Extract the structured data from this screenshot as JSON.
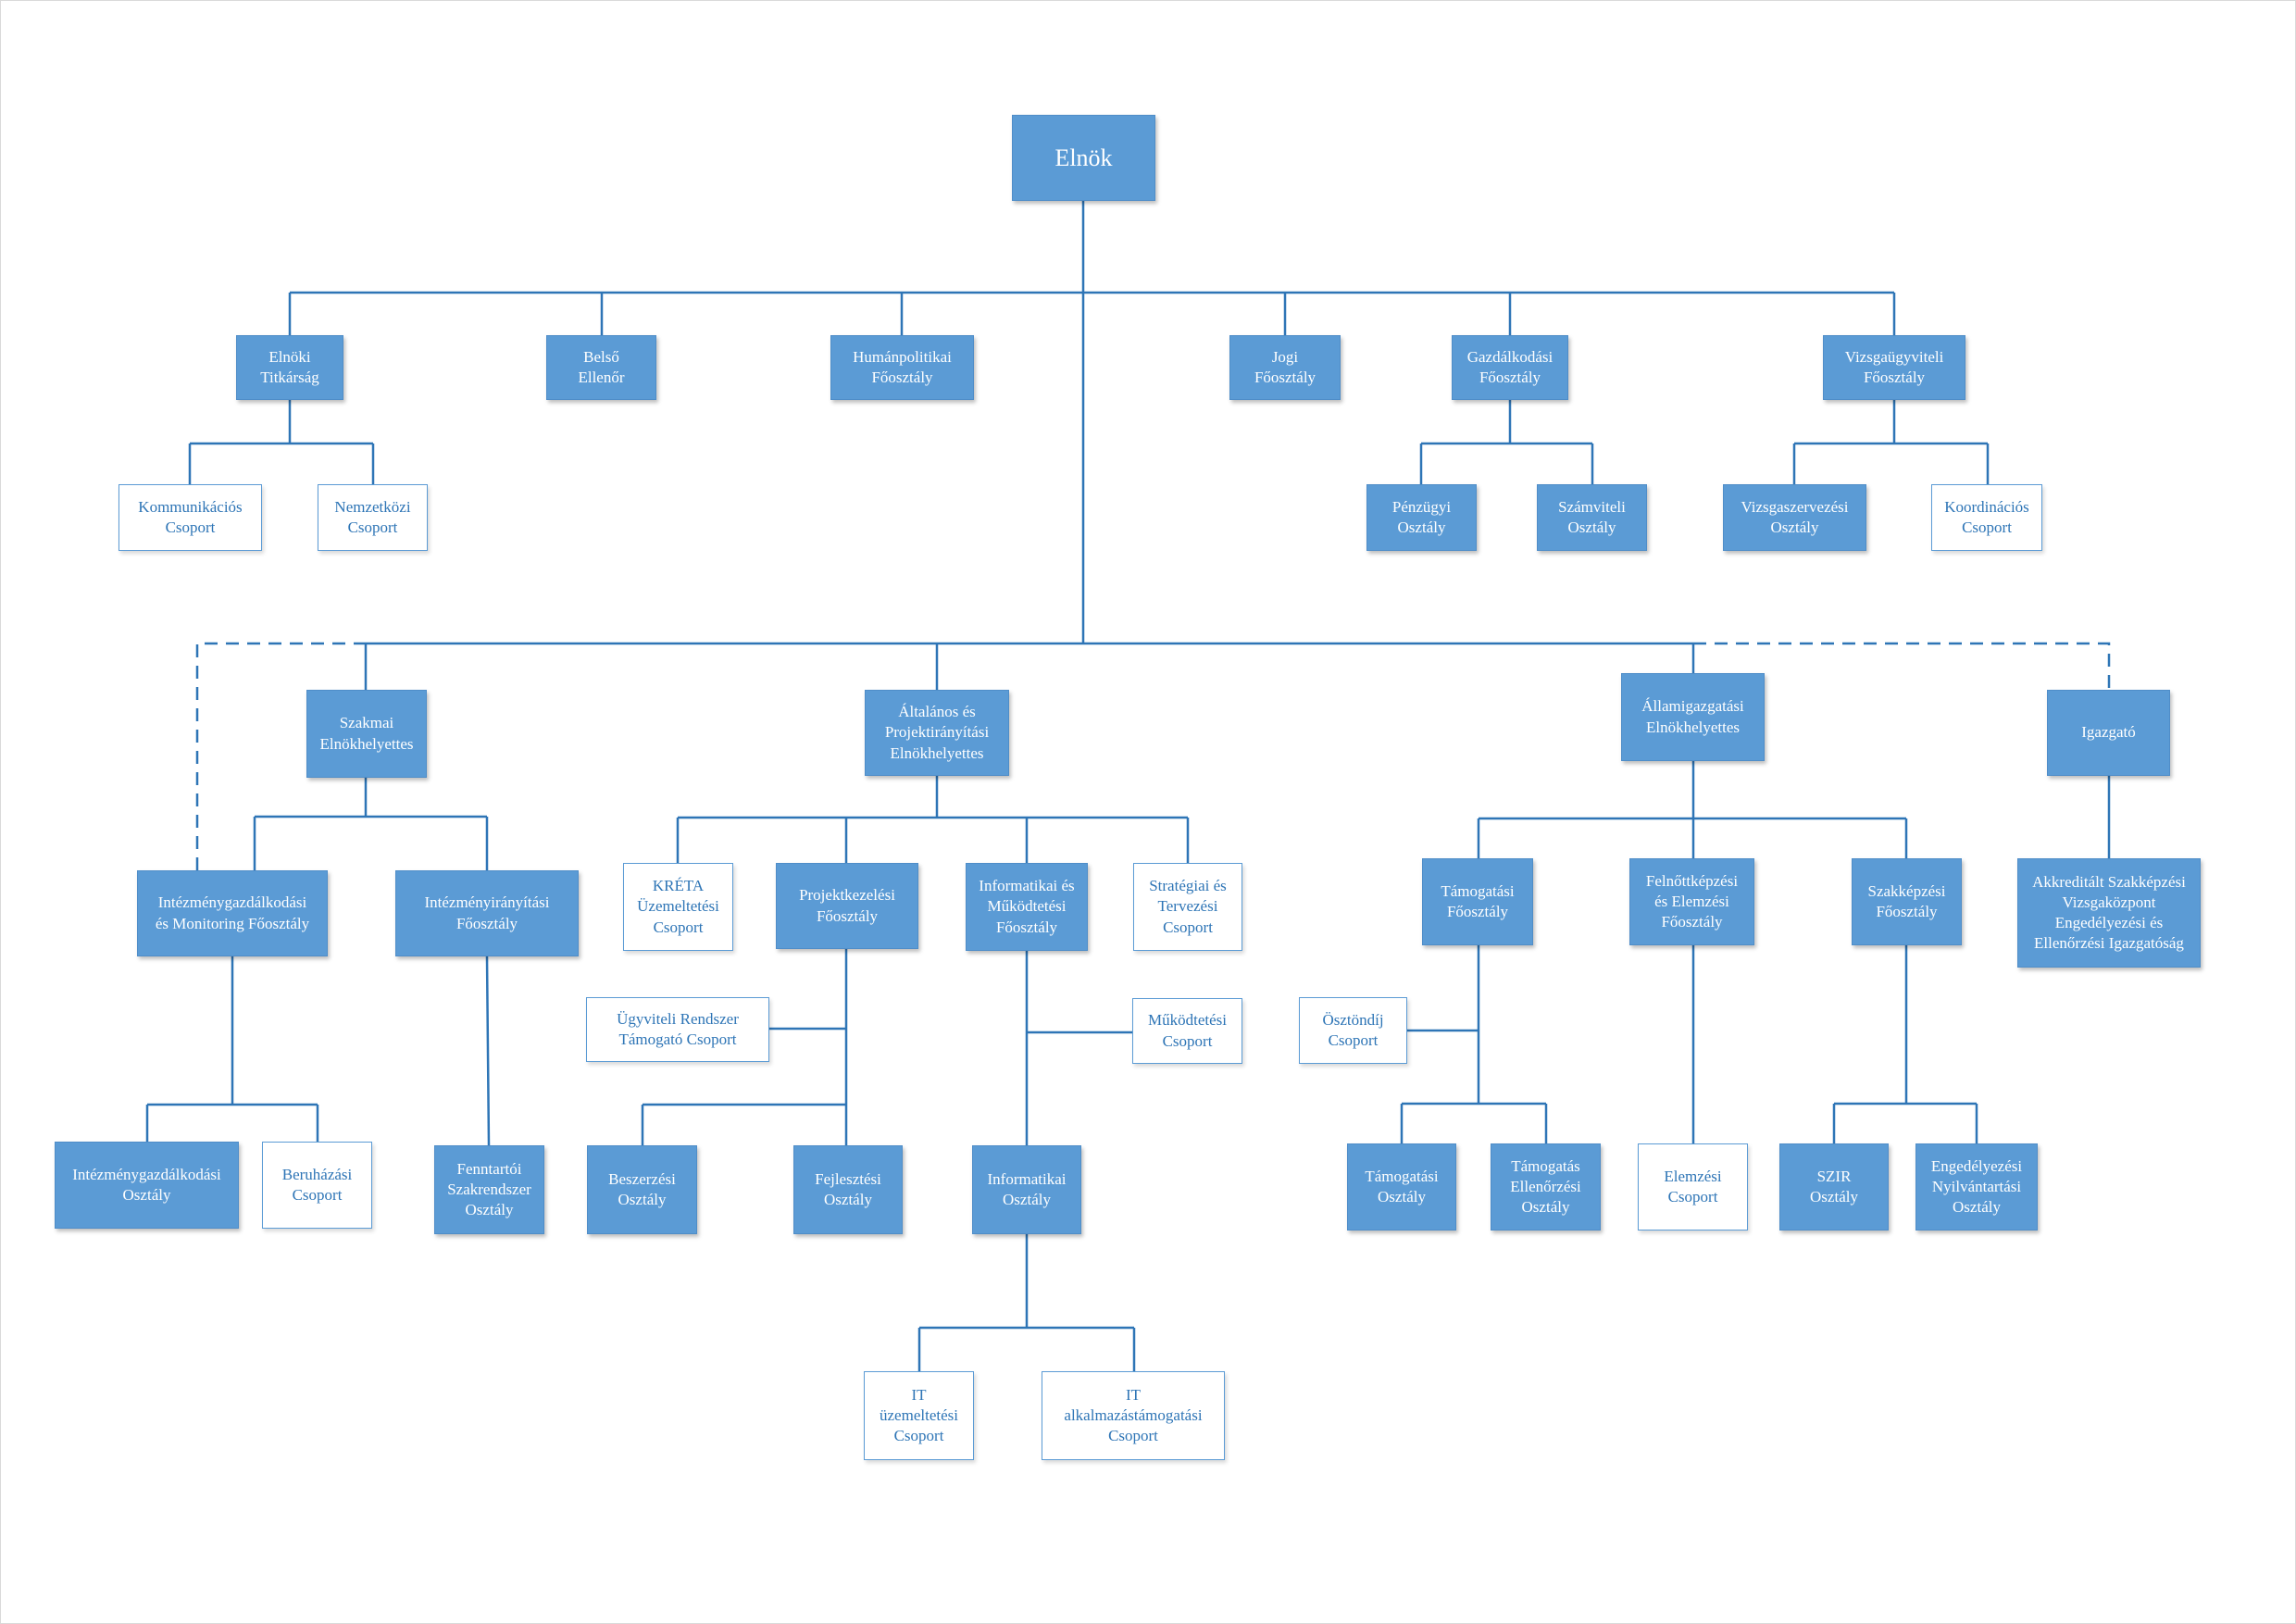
{
  "colors": {
    "fill": "#5b9bd5",
    "line": "#2e75b6",
    "text_outline": "#2e75b6",
    "text_fill": "#ffffff"
  },
  "nodes": {
    "elnok": "Elnök",
    "elnoki_titkarsag": "Elnöki\nTitkárság",
    "belso_ellenor": "Belső\nEllenőr",
    "humanpolitikai": "Humánpolitikai\nFőosztály",
    "jogi": "Jogi\nFőosztály",
    "gazdalkodasi": "Gazdálkodási\nFőosztály",
    "vizsgaugyviteli": "Vizsgaügyviteli\nFőosztály",
    "kommunikacios": "Kommunikációs\nCsoport",
    "nemzetkozi": "Nemzetközi\nCsoport",
    "penzugyi": "Pénzügyi\nOsztály",
    "szamviteli": "Számviteli\nOsztály",
    "vizsgaszervezesi": "Vizsgaszervezési\nOsztály",
    "koordinacios": "Koordinációs\nCsoport",
    "szakmai_eh": "Szakmai\nElnökhelyettes",
    "altalanos_eh": "Általános és\nProjektirányítási\nElnökhelyettes",
    "allamigazgatasi_eh": "Államigazgatási\nElnökhelyettes",
    "igazgato": "Igazgató",
    "intezmenygazd_fo": "Intézménygazdálkodási\nés Monitoring Főosztály",
    "intezmenyiranyitasi_fo": "Intézményirányítási\nFőosztály",
    "kreta": "KRÉTA\nÜzemeltetési\nCsoport",
    "projektkezelesi_fo": "Projektkezelési\nFőosztály",
    "informatikai_mukodtetesi_fo": "Informatikai és\nMűködtetési\nFőosztály",
    "strategiai": "Stratégiai és\nTervezési\nCsoport",
    "tamogatasi_fo": "Támogatási\nFőosztály",
    "felnottkepzesi_fo": "Felnőttképzési\nés Elemzési\nFőosztály",
    "szakkepzesi_fo": "Szakképzési\nFőosztály",
    "akkreditalt": "Akkreditált Szakképzési\nVizsgaközpont\nEngedélyezési és\nEllenőrzési Igazgatóság",
    "ugyviteli": "Ügyviteli Rendszer\nTámogató Csoport",
    "mukodtetesi": "Működtetési\nCsoport",
    "osztondij": "Ösztöndíj\nCsoport",
    "intezmenygazd_oszt": "Intézménygazdálkodási\nOsztály",
    "beruhazasi": "Beruházási\nCsoport",
    "fenntartoi": "Fenntartói\nSzakrendszer\nOsztály",
    "beszerzesi": "Beszerzési\nOsztály",
    "fejlesztesi": "Fejlesztési\nOsztály",
    "informatikai_oszt": "Informatikai\nOsztály",
    "tamogatasi_oszt": "Támogatási\nOsztály",
    "tamogatas_ellenorzesi": "Támogatás\nEllenőrzési\nOsztály",
    "elemzesi": "Elemzési\nCsoport",
    "szir": "SZIR\nOsztály",
    "engedelyezesi": "Engedélyezési\nNyilvántartási\nOsztály",
    "it_uzemeltetesi": "IT\nüzemeltetési\nCsoport",
    "it_alkalmazas": "IT\nalkalmazástámogatási\nCsoport"
  }
}
